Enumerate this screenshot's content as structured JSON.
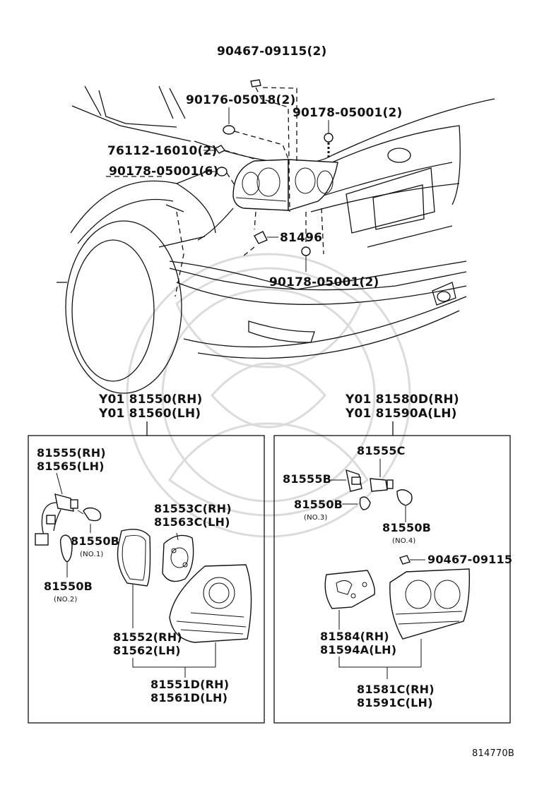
{
  "top": {
    "p_bolt_top": "90467-09115(2)",
    "p_clip_a": "90176-05018(2)",
    "p_nut_right": "90178-05001(2)",
    "p_stud": "76112-16010(2)",
    "p_nut_left": "90178-05001(6)",
    "p_plug": "81496",
    "p_nut_bottom": "90178-05001(2)"
  },
  "left_assy": {
    "head_rh": "Y01 81550(RH)",
    "head_lh": "Y01 81560(LH)",
    "socket_rh": "81555(RH)",
    "socket_lh": "81565(LH)",
    "bulb1": "81550B",
    "bulb1_note": "(NO.1)",
    "bulb2": "81550B",
    "bulb2_note": "(NO.2)",
    "cover_rh": "81553C(RH)",
    "cover_lh": "81563C(LH)",
    "gasket_rh": "81552(RH)",
    "gasket_lh": "81562(LH)",
    "lens_rh": "81551D(RH)",
    "lens_lh": "81561D(LH)"
  },
  "right_assy": {
    "head_rh": "Y01 81580D(RH)",
    "head_lh": "Y01 81590A(LH)",
    "socket_c": "81555C",
    "socket_b": "81555B",
    "bulb3": "81550B",
    "bulb3_note": "(NO.3)",
    "bulb4": "81550B",
    "bulb4_note": "(NO.4)",
    "screw": "90467-09115",
    "gasket_rh": "81584(RH)",
    "gasket_lh": "81594A(LH)",
    "lens_rh": "81581C(RH)",
    "lens_lh": "81591C(LH)"
  },
  "footer": {
    "diagram_id": "814770B"
  }
}
